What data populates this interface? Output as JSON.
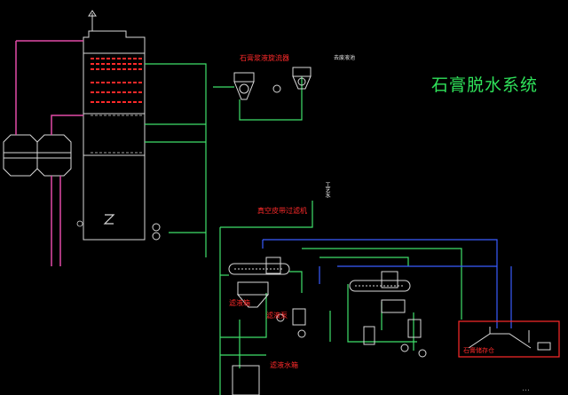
{
  "title": "石膏脱水系统",
  "labels": {
    "gypsum_slurry_cyclone": "石膏浆液旋流器",
    "to_wastewater_pool": "去废液池",
    "vacuum_belt_filter": "真空皮带过滤机",
    "filtrate_tank": "滤液箱",
    "filtrate_pump": "滤液泵",
    "filter_cloth_water_tank": "滤液水箱",
    "gypsum_storage": "石膏储存仓",
    "process_water": "工艺水"
  },
  "watermark": "…"
}
